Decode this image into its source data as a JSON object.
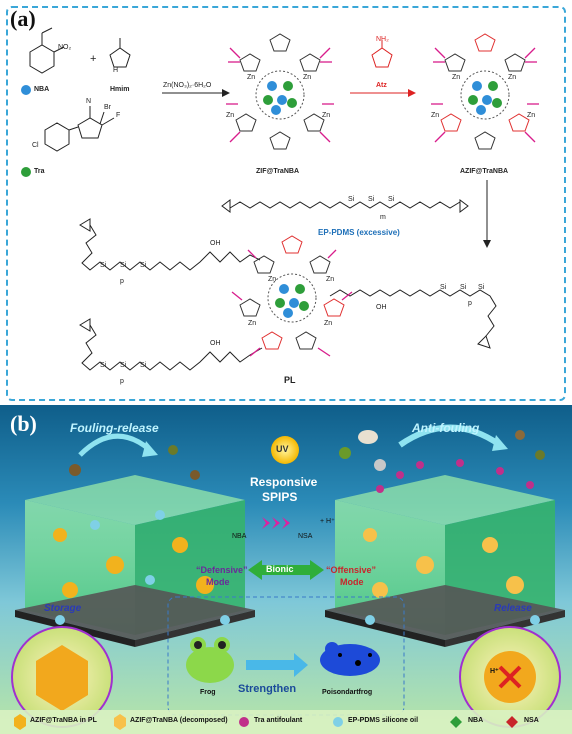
{
  "panel_a": {
    "label": "(a)",
    "reagents": {
      "nba": "NBA",
      "hmim": "Hmim",
      "tra": "Tra",
      "zn_salt": "Zn(NO₃)₂·6H₂O",
      "no2": "NO₂",
      "cl": "Cl",
      "br": "Br",
      "cn": "N",
      "f": "F",
      "nh": "N",
      "h": "H"
    },
    "products": {
      "zif": "ZIF@TraNBA",
      "atz": "Atz",
      "azif": "AZIF@TraNBA",
      "ep_pdms": "EP-PDMS (excessive)",
      "pl": "PL"
    },
    "atoms": {
      "zn": "Zn",
      "si": "Si",
      "o": "O",
      "oh": "OH",
      "nh2": "NH₂",
      "p": "p",
      "m": "m"
    }
  },
  "panel_b": {
    "label": "(b)",
    "fouling_release": "Fouling-release",
    "anti_fouling": "Anti-fouling",
    "uv": "UV",
    "responsive": "Responsive",
    "spips": "SPIPS",
    "nba": "NBA",
    "nsa": "NSA",
    "h_plus": "+ H⁺",
    "bionic": "Bionic",
    "defensive_q": "“Defensive”",
    "defensive_mode": "Mode",
    "offensive_q": "“Offensive”",
    "offensive_mode": "Mode",
    "storage": "Storage",
    "release": "Release",
    "strengthen": "Strengthen",
    "frog": "Frog",
    "poison_frog": "Poisondartfrog",
    "hplus_badge": "H⁺"
  },
  "legend": {
    "items": [
      {
        "label": "AZIF@TraNBA in PL",
        "color": "#f2b21d"
      },
      {
        "label": "AZIF@TraNBA (decomposed)",
        "color": "#f7c14a"
      },
      {
        "label": "Tra antifoulant",
        "color": "#c0308a"
      },
      {
        "label": "EP-PDMS silicone oil",
        "color": "#7fd0e6"
      },
      {
        "label": "NBA",
        "color": "#2e9e3a"
      },
      {
        "label": "NSA",
        "color": "#c8252b"
      }
    ]
  },
  "colors": {
    "accent_blue": "#3aa7d8",
    "zn_pink": "#d81e8c",
    "atz_red": "#e03030",
    "green": "#2e9e3a",
    "purple_text": "#6a2a9a",
    "red_text": "#c8252b"
  }
}
